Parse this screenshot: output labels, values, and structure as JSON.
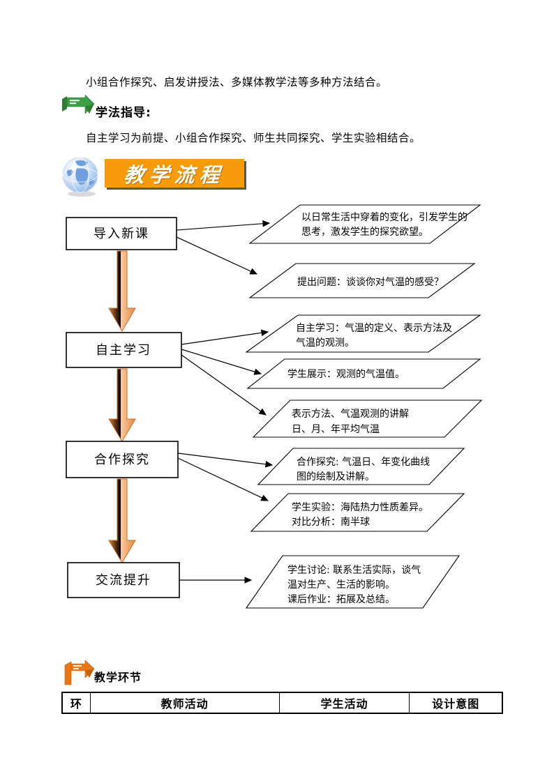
{
  "intro": {
    "text": "小组合作探究、启发讲授法、多媒体教学法等多种方法结合。"
  },
  "study_guide": {
    "heading": "学法指导:",
    "body": "自主学习为前提、小组合作探究、师生共同探究、学生实验相结合。"
  },
  "banner": {
    "title": "教学流程",
    "bg_color": "#F79B0B",
    "text_color": "#FFFFFF"
  },
  "icons": {
    "step_green": {
      "name": "step-2-arrow-icon",
      "color": "#3C9E44"
    },
    "step_orange": {
      "name": "step-1-arrow-icon",
      "color": "#E87817"
    },
    "globe": {
      "name": "globe-icon",
      "color": "#7FB2E5"
    }
  },
  "flowchart": {
    "arrow_color": "#E9944F",
    "boxes": [
      {
        "label": "导入新课"
      },
      {
        "label": "自主学习"
      },
      {
        "label": "合作探究"
      },
      {
        "label": "交流提升"
      }
    ],
    "notes": [
      {
        "lines": [
          "以日常生活中穿着的变化，引发学生的",
          "思考，激发学生的探究欲望。"
        ]
      },
      {
        "lines": [
          "提出问题：谈谈你对气温的感受？"
        ]
      },
      {
        "lines": [
          "自主学习：气温的定义、表示方法及",
          "气温的观测。"
        ]
      },
      {
        "lines": [
          "学生展示：观测的气温值。"
        ]
      },
      {
        "lines": [
          "表示方法、气温观测的讲解",
          "日、月、年平均气温"
        ]
      },
      {
        "lines": [
          "合作探究: 气温日、年变化曲线",
          "图的绘制及讲解。"
        ]
      },
      {
        "lines": [
          "学生实验：海陆热力性质差异。",
          "对比分析：南半球"
        ]
      },
      {
        "lines": [
          "学生讨论: 联系生活实际，谈气",
          "温对生产、生活的影响。",
          "课后作业：拓展及总结。"
        ]
      }
    ]
  },
  "footer": {
    "heading": "教学环节",
    "table": {
      "headers": [
        "环",
        "教师活动",
        "学生活动",
        "设计意图"
      ]
    }
  }
}
